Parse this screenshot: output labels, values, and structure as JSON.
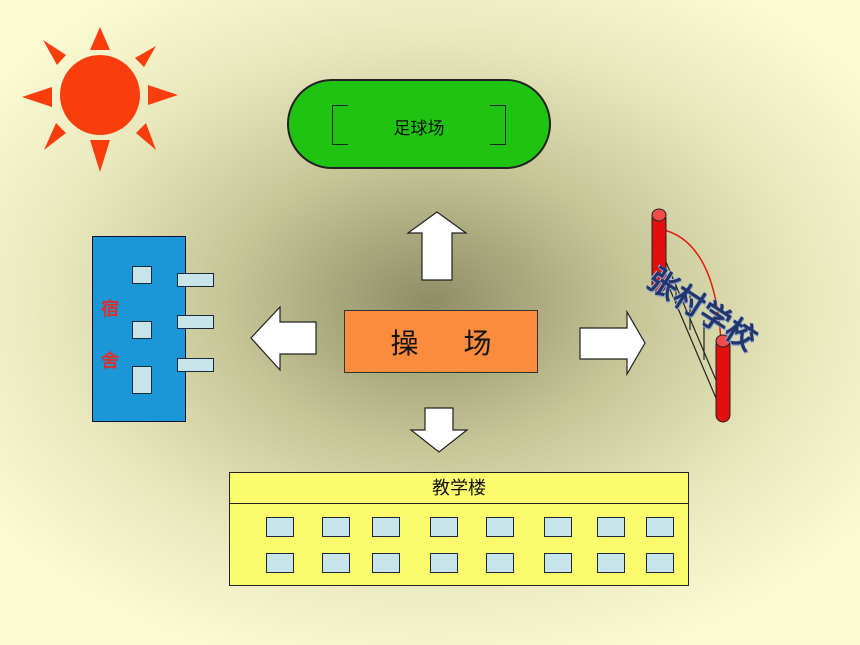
{
  "field": {
    "label": "足球场"
  },
  "center": {
    "label": "操  场"
  },
  "dorm": {
    "char1": "宿",
    "char2": "舍"
  },
  "school": {
    "label": "教学楼"
  },
  "gate": {
    "label": "张村学校"
  },
  "colors": {
    "sun": "#fa3d0d",
    "field": "#1fc412",
    "center": "#fb8b3d",
    "dorm": "#1b97d8",
    "school": "#fbfb6d",
    "window": "#c7e4ea",
    "gate_pillar": "#e40e0e"
  },
  "icons": [
    "sun-icon",
    "arrow-up-icon",
    "arrow-down-icon",
    "arrow-left-icon",
    "arrow-right-icon"
  ]
}
